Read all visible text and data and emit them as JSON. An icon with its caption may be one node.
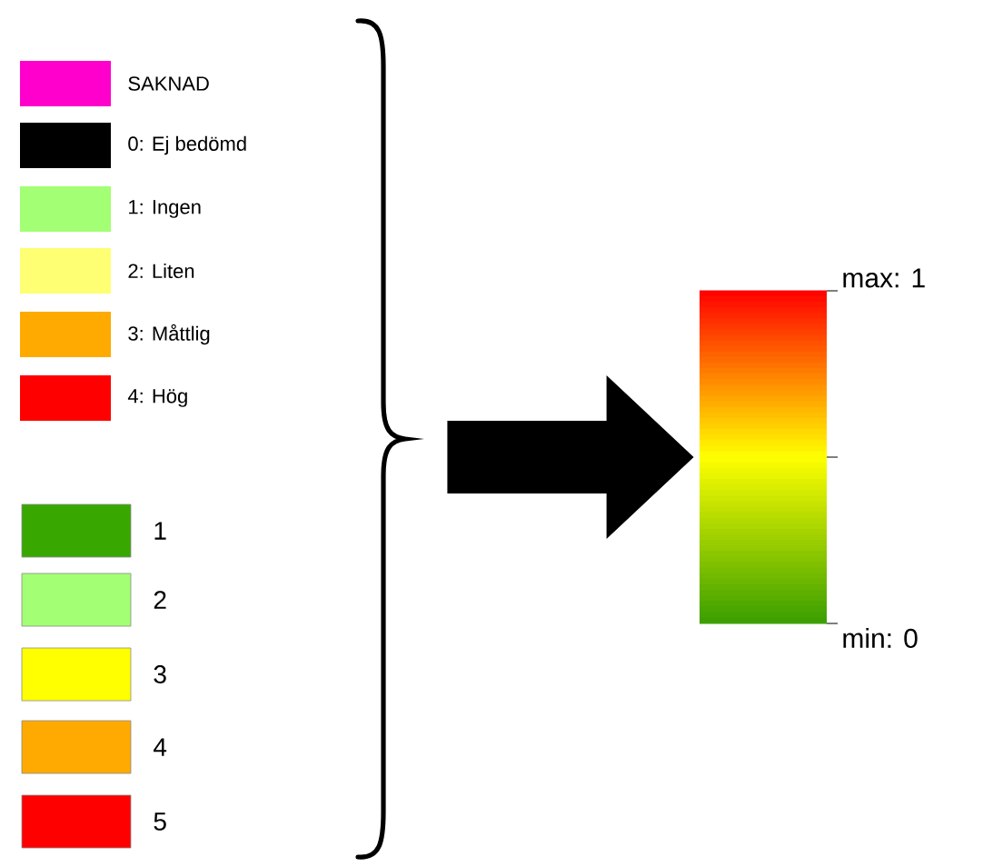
{
  "diagram": {
    "nodes": [
      {
        "text": [],
        "shape": "brace"
      },
      {
        "text": [],
        "shape": "bar",
        "beside": [
          "max: 1",
          "min: 0"
        ]
      }
    ],
    "edges": [
      {
        "from": 0,
        "to": 1,
        "arrow": "to",
        "style": "thick"
      }
    ],
    "legend": [
      {
        "text": "SAKNAD",
        "color": "#ff00cc"
      },
      {
        "text": "0: Ej bedömd",
        "color": "#000000"
      },
      {
        "text": "1: Ingen",
        "color": "#a3ff73"
      },
      {
        "text": "2: Liten",
        "color": "#ffff73"
      },
      {
        "text": "3: Måttlig",
        "color": "#ffaa00"
      },
      {
        "text": "4: Hög",
        "color": "#ff0000"
      },
      {
        "text": "1",
        "color": "#38a800"
      },
      {
        "text": "2",
        "color": "#a3ff73"
      },
      {
        "text": "3",
        "color": "#ffff00"
      },
      {
        "text": "4",
        "color": "#ffaa00"
      },
      {
        "text": "5",
        "color": "#ff0000"
      }
    ]
  }
}
